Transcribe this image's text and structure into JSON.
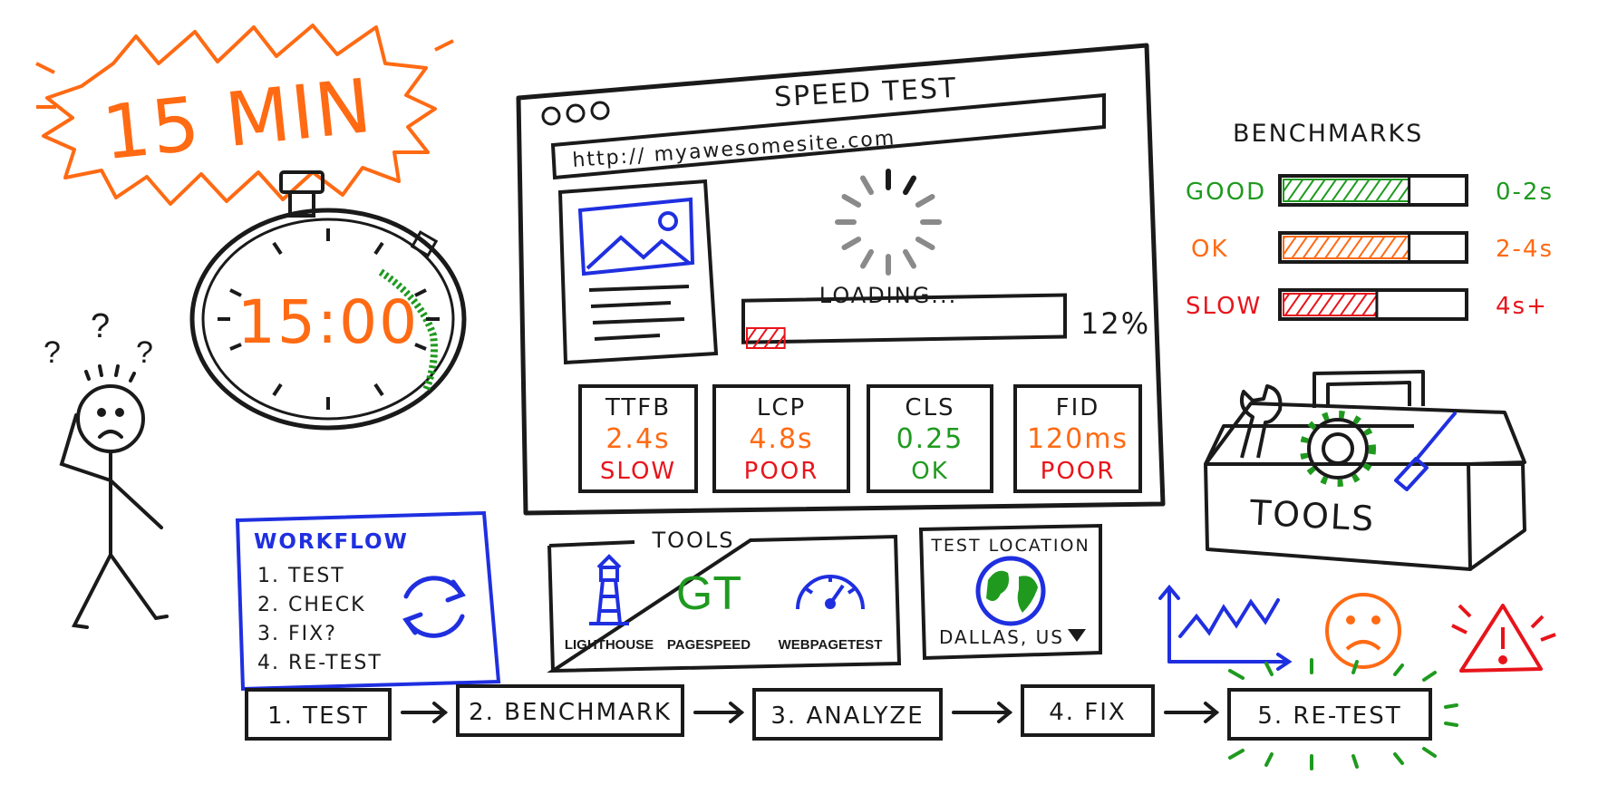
{
  "colors": {
    "ink": "#1a1a1a",
    "orange": "#ff6a13",
    "green": "#1f9a1f",
    "red": "#e8141b",
    "blue": "#1f2fe0",
    "gray": "#8a8a8a"
  },
  "banner": {
    "text": "15 MIN"
  },
  "stopwatch": {
    "time": "15:00"
  },
  "speed_test": {
    "title": "SPEED TEST",
    "url": "http:// myawesomesite.com",
    "loading_text": "LOADING...",
    "progress_label": "12%",
    "progress_fraction": 0.12,
    "metrics": [
      {
        "name": "TTFB",
        "value": "2.4s",
        "status": "SLOW",
        "value_color": "orange",
        "status_color": "red"
      },
      {
        "name": "LCP",
        "value": "4.8s",
        "status": "POOR",
        "value_color": "orange",
        "status_color": "red"
      },
      {
        "name": "CLS",
        "value": "0.25",
        "status": "OK",
        "value_color": "green",
        "status_color": "green"
      },
      {
        "name": "FID",
        "value": "120ms",
        "status": "POOR",
        "value_color": "orange",
        "status_color": "red"
      }
    ]
  },
  "benchmarks": {
    "title": "BENCHMARKS",
    "rows": [
      {
        "label": "GOOD",
        "range": "0-2s",
        "color": "green",
        "fill": 0.7
      },
      {
        "label": "OK",
        "range": "2-4s",
        "color": "orange",
        "fill": 0.7
      },
      {
        "label": "SLOW",
        "range": "4s+",
        "color": "red",
        "fill": 0.52
      }
    ]
  },
  "toolbox": {
    "label": "TOOLS"
  },
  "workflow": {
    "title": "WORKFLOW",
    "steps": [
      "1. TEST",
      "2. CHECK",
      "3. FIX?",
      "4. RE-TEST"
    ]
  },
  "tools_panel": {
    "title": "TOOLS",
    "items": [
      {
        "label": "LIGHTHOUSE",
        "icon": "lighthouse-icon"
      },
      {
        "label": "PAGESPEED",
        "icon": "gt-logo",
        "logo_text": "GT"
      },
      {
        "label": "WEBPAGETEST",
        "icon": "speedometer-icon"
      }
    ]
  },
  "test_location": {
    "title": "TEST LOCATION",
    "value": "DALLAS, US"
  },
  "process": {
    "steps": [
      "1. TEST",
      "2. BENCHMARK",
      "3. ANALYZE",
      "4. FIX",
      "5. RE-TEST"
    ]
  }
}
